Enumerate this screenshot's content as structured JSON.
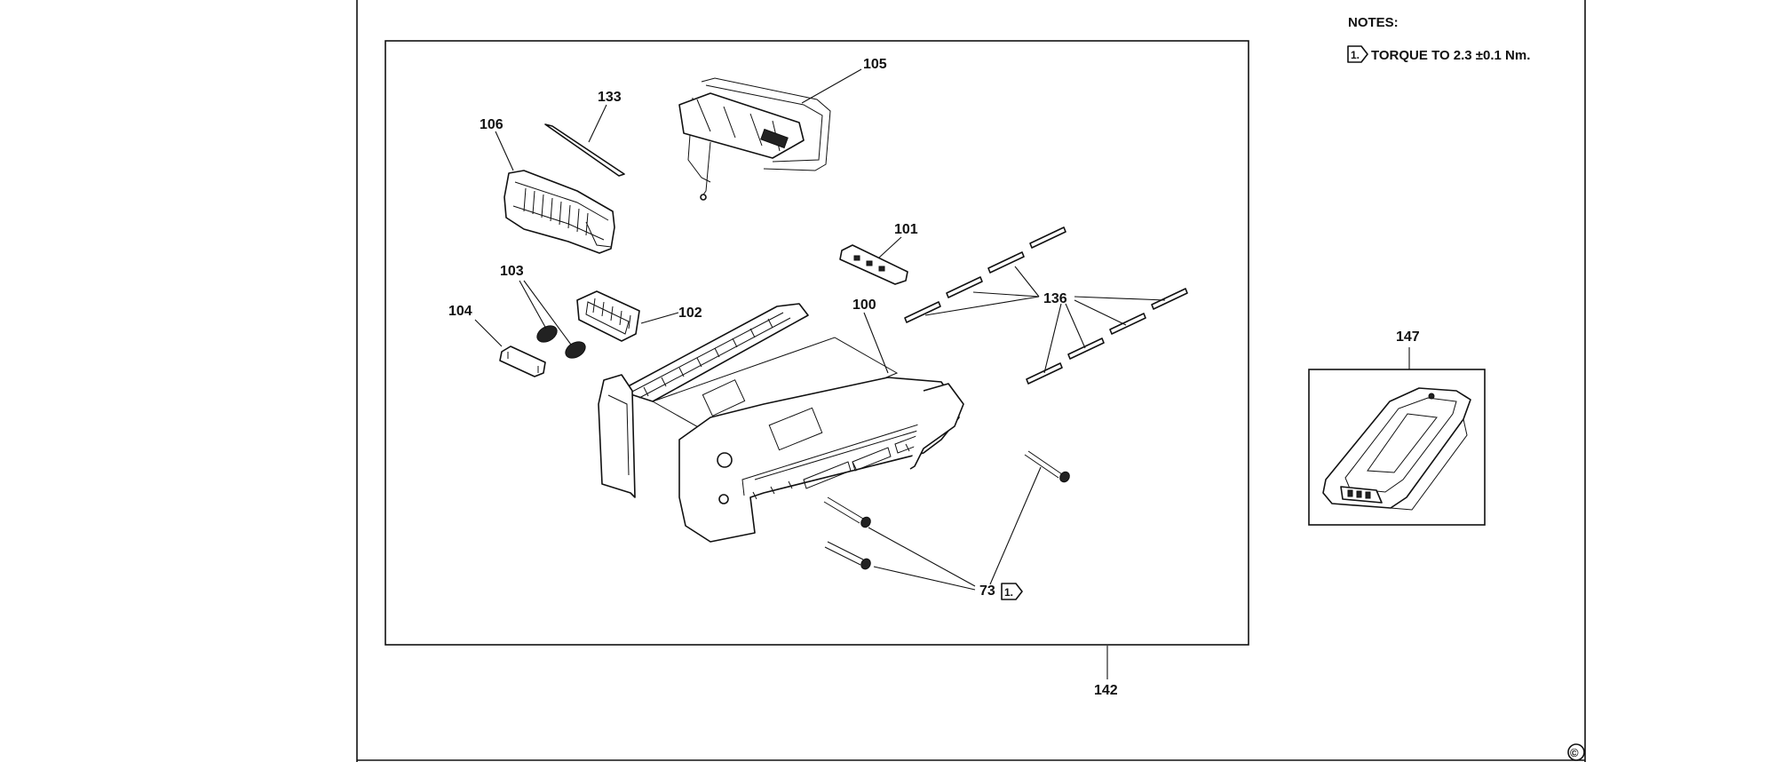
{
  "notes": {
    "heading": "NOTES:",
    "items": [
      {
        "marker": "1.",
        "text": "TORQUE TO 2.3 ±0.1 Nm."
      }
    ]
  },
  "parts": {
    "p73": "73",
    "p100": "100",
    "p101": "101",
    "p102": "102",
    "p103": "103",
    "p104": "104",
    "p105": "105",
    "p106": "106",
    "p133": "133",
    "p136": "136",
    "p142": "142",
    "p147": "147"
  },
  "callout_73_note": "1.",
  "copyright_symbol": "©"
}
